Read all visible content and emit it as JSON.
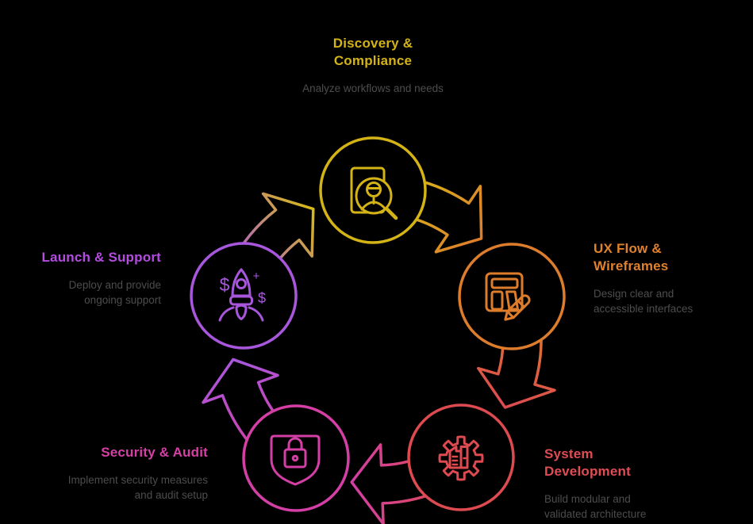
{
  "diagram": {
    "type": "process-cycle",
    "flow_direction": "clockwise",
    "background_color": "#000000",
    "description_text_color": "#4d4d4d",
    "stages": [
      {
        "name": "Discovery & Compliance",
        "description": "Analyze workflows and needs",
        "color": "#d4b317",
        "icon": "document-user-search-icon",
        "position": "top"
      },
      {
        "name": "UX Flow & Wireframes",
        "description": "Design clear and accessible interfaces",
        "color": "#dd7d2b",
        "icon": "wireframe-pencil-icon",
        "position": "right"
      },
      {
        "name": "System Development",
        "description": "Build modular and validated architecture",
        "color": "#dd4a50",
        "icon": "gear-module-icon",
        "position": "bottom-right"
      },
      {
        "name": "Security & Audit",
        "description": "Implement security measures and audit setup",
        "color": "#d43fa5",
        "icon": "shield-padlock-icon",
        "position": "bottom-left"
      },
      {
        "name": "Launch & Support",
        "description": "Deploy and provide ongoing support",
        "color": "#a857dd",
        "icon": "rocket-dollar-icon",
        "position": "left"
      }
    ],
    "icon_glyphs": {
      "dollar": "$",
      "plus": "+"
    }
  }
}
